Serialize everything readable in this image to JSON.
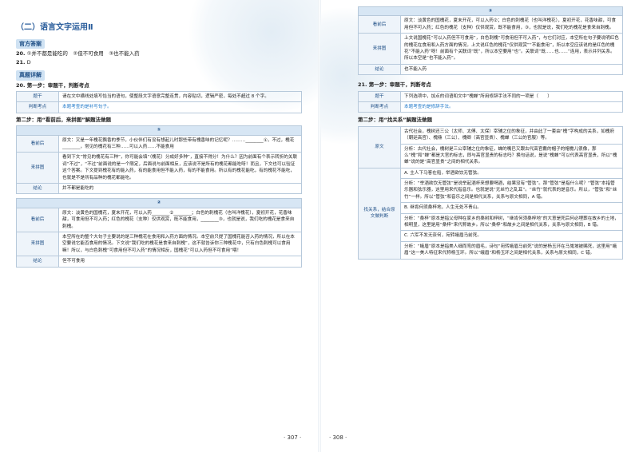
{
  "left": {
    "section_title": "（二）语言文字运用Ⅱ",
    "official_answer_tag": "官方答案",
    "answers": [
      {
        "num": "20.",
        "text": "①并不都是能吃的　②但不可食用　③也不能入药"
      },
      {
        "num": "21.",
        "text": "D"
      }
    ],
    "detail_tag": "真题详解",
    "q20_step1": "20. 第一步：审题干，判断考点",
    "q20_table": {
      "rows": [
        {
          "label": "题干",
          "text": "请在文中横线处填写恰当的语句，使整段文字语意完整连贯，内容贴切，逻辑严密，每处不超过 8 个字。"
        },
        {
          "label": "判断考点",
          "text": "本题考查的是补写句子。"
        }
      ]
    },
    "q20_step2": "第二步：用“看前后，来拼图”解题法做题",
    "block1": {
      "head": "①",
      "rows": [
        {
          "label": "看前后",
          "text": "原文：又是一年槐花飘香的季节，小伙伴们有没有想起儿时那些带有槐香味的记忆呢？………________①，不过，槐花________，常见的槐花有三种……可以入药……不能食用"
        },
        {
          "label": "来拼图",
          "text": "看到下文“常见的槐花有三种”，你可能会填“（槐花）分成好多种”，直接不得分！为什么？因为前面有个表示转折的关联词“不过”，“不过”前面说的是一个限定，后面说与前面相反，应该说不是所有的槐花都能吃呀！而且，下文也可以验证这个答案。下文提到槐花有的能入药，有的能食用但不能入药，有的不能食用。所以有的槐花能吃，有的槐花不能吃，也就是不是所有品种的槐花都能吃。"
        },
        {
          "label": "结论",
          "text": "并不都是能吃的"
        }
      ]
    },
    "block2": {
      "head": "②",
      "rows": [
        {
          "label": "看前后",
          "text": "原文：淡黄色的国槐花，夏末开花，可以入药________②________；白色的刺槐花（也叫洋槐花），夏初开花，花香味甜，可食用但不可入药；红色的槐花（支种）仅供观赏，既不能食用，________③，也就是说，我们吃的槐花是食来自刺槐。"
        },
        {
          "label": "来拼图",
          "text": "本空所在的整个大句子主要说的是三种槐花在食用和入药方面的情况。本空前只提了国槐花能否入药的情况，所以在本空要说它能否食用的情况。下文说“我们吃的槐花是食来自刺槐”，这不就告诉你三种槐花中，只有白色刺槐可以食用嘛！所以，与白色刺槐“可食用但不可入药”的情况相反，国槐花“可以入药但不可食用”喂！"
        },
        {
          "label": "结论",
          "text": "但不可食用"
        }
      ]
    },
    "page_number": "307"
  },
  "right": {
    "block3": {
      "head": "③",
      "rows": [
        {
          "label": "看前后",
          "text": "原文：淡黄色的国槐花，夏末开花，可以入药②；白色的刺槐花（也叫洋槐花），夏初开花，花香味甜，可食用但不可入药；红色的槐花（支种）仅供观赏，既不能食用，③，也就是说，我们吃的槐花是食来自刺槐。"
        },
        {
          "label": "来拼图",
          "text": "上文说国槐花“可以入药但不可食用”，白色刺槐“可食用但不可入药”，与它们对应，本空所在句子要说明红色的槐花在食用和入药方面的情况。上文说红色的槐花“仅供观赏”“不能食用”，所以本空应该说的是红色的槐花“不能入药”呀！前面有个关联词“既”，所以本空要用“也”。关联词“既……也……”连用，表示并列关系。所以本空是“也不能入药”。"
        },
        {
          "label": "结论",
          "text": "也不能入药"
        }
      ]
    },
    "q21_step1": "21. 第一步：审题干，判断考点",
    "q21_table": {
      "rows": [
        {
          "label": "题干",
          "text": "下列选项中，加点的词语和文中“槐蝉”所用修辞手法不同的一项是（　　）"
        },
        {
          "label": "判断考点",
          "text": "本题考查的是修辞手法。"
        }
      ]
    },
    "q21_step2": "第二步：用“找关系”解题法做题",
    "block4": {
      "rows": [
        {
          "label": "原文",
          "text": "古代社会，槐树还三公（太师、太傅、太保）宰辅之位的象征，并由此了一套由“槐”字构成的关系，如槐府（朝廷高官）、槐鼎（三公）、槐卿（高官显贵）、槐蝉（三公的官服）等。"
        },
        {
          "label": "",
          "text": "分析：古代社会，槐树是三公宰辅之位的象征，蝉的嘴巴又跟古代高官戴的帽子的帽檐儿很像，那么“槐”和“蝉”都是大官的标志，即与高官显贵的标志吗？换句话说，是说“槐蝉”可以代表高官显贵，所以“槐蝉”说的是“高官显贵”之间的相代关系。"
        }
      ]
    },
    "block5": {
      "label": "找关系，结合原文做判断",
      "rows": [
        {
          "text": "A. 主人下马客在船，举酒欲饮无管弦。"
        },
        {
          "text": "分析：“举酒欲饮无管弦”是说举起酒杯来想要喝酒，结果没有“管弦”。那“管弦”是指什么呢？“管弦”本指管乐器和弦乐器，这里用来代指音乐。也就是说“无丝竹之乱耳”。“丝竹”就代表的是音乐。所以，“管弦”和“丝竹”一样。所以“管弦”和音乐之间是相代关系，关系与原文相同，A 错。"
        },
        {
          "text": "B. 继肯何须桑梓地，人生无处不青山。"
        },
        {
          "text": "分析：“桑梓”原本是指父母种在家乡的桑树和梓树，“继肯何须桑梓地”的大意是死后何必埋葬在故乡的土地，相明显，这里是用“桑梓”来代称故乡。所以“桑梓”和故乡之间是相代关系，关系与原文相同，B 错。"
        },
        {
          "text": "C. 六军不发无奈何，宛转蛾眉马前死。"
        },
        {
          "text": "分析：“蛾眉”原本是指美人细而弯的眉毛，诗句“宛转蛾眉马前死”说的是杨玉环在马嵬坡被赐死，这里用“蛾眉”这一美人特征来代称杨玉环。所以“蛾眉”和杨玉环之间是相代关系，关系与原文相同，C 错。"
        }
      ]
    },
    "page_number": "308"
  }
}
